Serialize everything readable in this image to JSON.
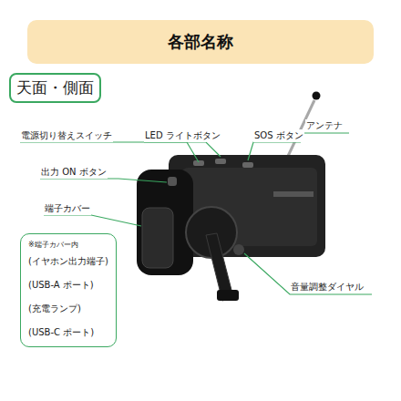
{
  "diagram": {
    "title": "各部名称",
    "nodes": [
      {
        "text": [
          "天面・側面"
        ]
      },
      {
        "text": [
          "※端子カバー内",
          "(イヤホン出力端子)",
          "(USB-A ポート)",
          "(充電ランプ)",
          "(USB-C ポート)"
        ]
      }
    ],
    "labels": [
      "アンテナ",
      "電源切り替えスイッチ",
      "LED ライトボタン",
      "SOS ボタン",
      "出力 ON ボタン",
      "端子カバー",
      "音量調整ダイヤル"
    ]
  }
}
